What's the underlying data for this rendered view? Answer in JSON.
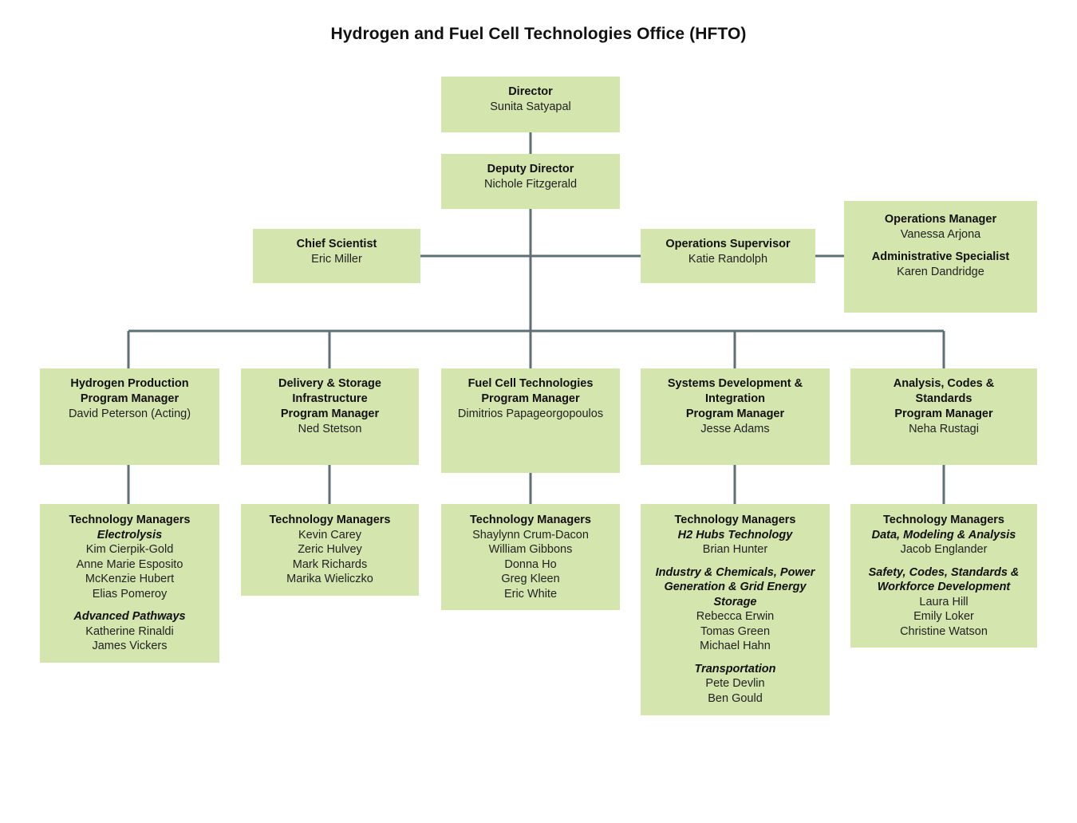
{
  "title": "Hydrogen and Fuel Cell Technologies Office (HFTO)",
  "colors": {
    "box_fill": "#d5e5ae",
    "connector": "#5e6f77",
    "text": "#111111",
    "background": "#ffffff"
  },
  "nodes": {
    "director": {
      "role": "Director",
      "person": "Sunita Satyapal"
    },
    "deputy_director": {
      "role": "Deputy Director",
      "person": "Nichole Fitzgerald"
    },
    "chief_scientist": {
      "role": "Chief Scientist",
      "person": "Eric Miller"
    },
    "operations_supervisor": {
      "role": "Operations Supervisor",
      "person": "Katie Randolph"
    },
    "operations_manager": {
      "role": "Operations Manager",
      "person": "Vanessa Arjona",
      "role2": "Administrative Specialist",
      "person2": "Karen Dandridge"
    }
  },
  "programs": [
    {
      "id": "hydrogen-production",
      "title_line1": "Hydrogen Production",
      "title_line2": "Program Manager",
      "title_line3": "",
      "manager": "David Peterson (Acting)",
      "tm_header": "Technology Managers",
      "groups": [
        {
          "label": "Electrolysis",
          "members": [
            "Kim Cierpik-Gold",
            "Anne Marie Esposito",
            "McKenzie Hubert",
            "Elias Pomeroy"
          ]
        },
        {
          "label": "Advanced Pathways",
          "members": [
            "Katherine Rinaldi",
            "James Vickers"
          ]
        }
      ]
    },
    {
      "id": "delivery-storage-infrastructure",
      "title_line1": "Delivery & Storage",
      "title_line2": "Infrastructure",
      "title_line3": "Program Manager",
      "manager": "Ned Stetson",
      "tm_header": "Technology Managers",
      "groups": [
        {
          "label": "",
          "members": [
            "Kevin Carey",
            "Zeric Hulvey",
            "Mark Richards",
            "Marika Wieliczko"
          ]
        }
      ]
    },
    {
      "id": "fuel-cell-technologies",
      "title_line1": "Fuel Cell Technologies",
      "title_line2": "Program Manager",
      "title_line3": "",
      "manager": "Dimitrios Papageorgopoulos",
      "tm_header": "Technology Managers",
      "groups": [
        {
          "label": "",
          "members": [
            "Shaylynn Crum-Dacon",
            "William Gibbons",
            "Donna Ho",
            "Greg Kleen",
            "Eric White"
          ]
        }
      ]
    },
    {
      "id": "systems-development-integration",
      "title_line1": "Systems Development &",
      "title_line2": "Integration",
      "title_line3": "Program Manager",
      "manager": "Jesse Adams",
      "tm_header": "Technology Managers",
      "groups": [
        {
          "label": "H2 Hubs Technology",
          "members": [
            "Brian Hunter"
          ]
        },
        {
          "label": "Industry & Chemicals, Power Generation & Grid Energy Storage",
          "members": [
            "Rebecca Erwin",
            "Tomas Green",
            "Michael Hahn"
          ]
        },
        {
          "label": "Transportation",
          "members": [
            "Pete Devlin",
            "Ben Gould"
          ]
        }
      ]
    },
    {
      "id": "analysis-codes-standards",
      "title_line1": "Analysis, Codes &",
      "title_line2": "Standards",
      "title_line3": "Program Manager",
      "manager": "Neha Rustagi",
      "tm_header": "Technology Managers",
      "groups": [
        {
          "label": "Data, Modeling & Analysis",
          "members": [
            "Jacob Englander"
          ]
        },
        {
          "label": "Safety, Codes, Standards & Workforce Development",
          "members": [
            "Laura Hill",
            "Emily Loker",
            "Christine Watson"
          ]
        }
      ]
    }
  ]
}
